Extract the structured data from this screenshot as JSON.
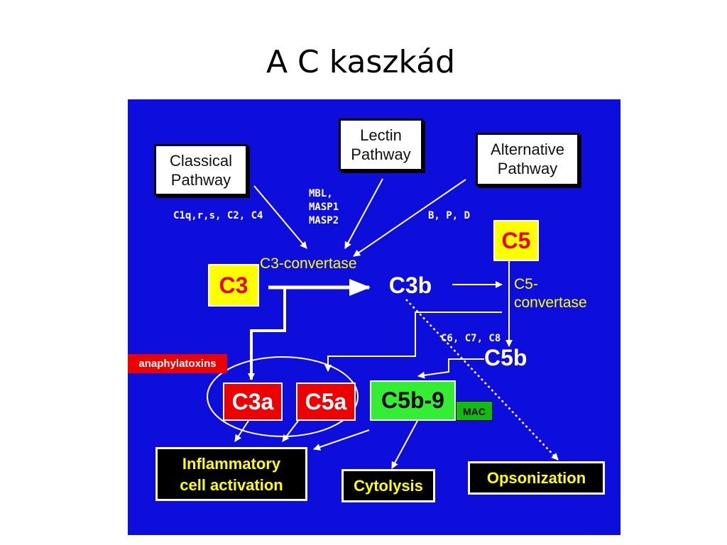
{
  "title": "A C kaszkád",
  "diagram": {
    "classical": "Classical\nPathway",
    "lectin": "Lectin\nPathway",
    "alternative": "Alternative\nPathway",
    "classical_factors": "C1q,r,s, C2, C4",
    "lectin_factors": "MBL,\nMASP1\nMASP2",
    "alternative_factors": "B, P, D",
    "c3_convertase": "C3-convertase",
    "c3": "C3",
    "c3b": "C3b",
    "c5": "C5",
    "c5_convertase": "C5-\nconvertase",
    "late_factors": "C6, C7, C8",
    "c5b": "C5b",
    "anaphylatoxins": "anaphylatoxins",
    "c3a": "C3a",
    "c5a": "C5a",
    "c5b9": "C5b-9",
    "mac": "MAC",
    "inflammatory": "Inflammatory\ncell activation",
    "cytolysis": "Cytolysis",
    "opsonization": "Opsonization"
  },
  "colors": {
    "panel": "#0d0ddc",
    "red": "#ee0000",
    "yellow": "#ffff00",
    "green": "#33ee33"
  }
}
